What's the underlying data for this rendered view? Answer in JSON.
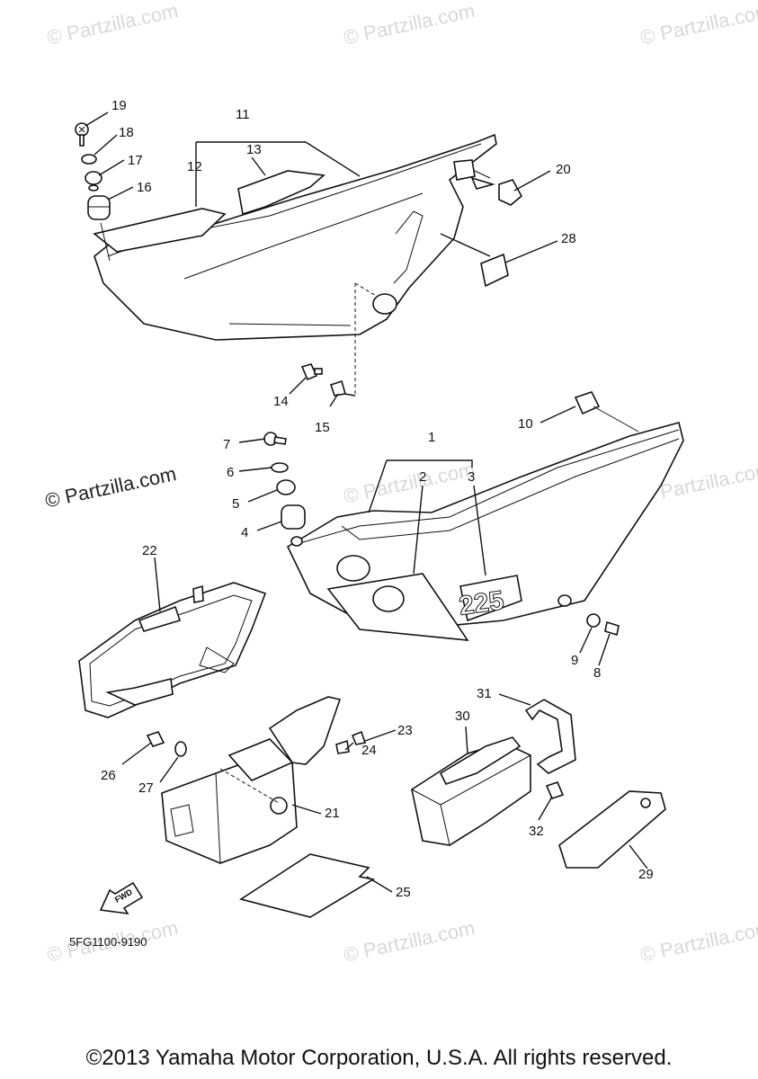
{
  "watermark": "© Partzilla.com",
  "diagram_code": "5FG1100-9190",
  "fwd_label": "FWD",
  "decal_number": "225",
  "copyright": "©2013 Yamaha Motor Corporation, U.S.A. All rights reserved.",
  "callouts": [
    "1",
    "2",
    "3",
    "4",
    "5",
    "6",
    "7",
    "8",
    "9",
    "10",
    "11",
    "12",
    "13",
    "14",
    "15",
    "16",
    "17",
    "18",
    "19",
    "20",
    "21",
    "22",
    "23",
    "24",
    "25",
    "26",
    "27",
    "28",
    "29",
    "30",
    "31",
    "32"
  ]
}
